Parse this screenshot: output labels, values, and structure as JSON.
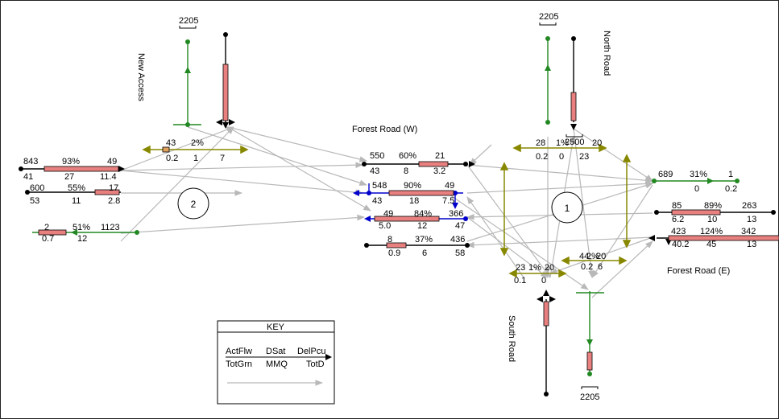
{
  "roads": {
    "forest_w": "Forest Road (W)",
    "forest_e": "Forest Road (E)",
    "new_access": "New Access",
    "north_road": "North Road",
    "south_road": "South Road"
  },
  "junctions": {
    "j1": "1",
    "j2": "2"
  },
  "key": {
    "title": "KEY",
    "row1": [
      "ActFlw",
      "DSat",
      "DelPcu"
    ],
    "row2": [
      "TotGrn",
      "MMQ",
      "TotD"
    ]
  },
  "stubs": {
    "top_left": "2205",
    "top_right": "2205",
    "bottom": "2205",
    "n_center": "2500"
  },
  "links": [
    {
      "id": "w1",
      "flow": "843",
      "dsat": "93%",
      "delay": "49",
      "grn": "41",
      "mmq": "27",
      "totd": "11.4"
    },
    {
      "id": "w2",
      "flow": "600",
      "dsat": "55%",
      "delay": "17",
      "grn": "53",
      "mmq": "11",
      "totd": "2.8"
    },
    {
      "id": "w3",
      "flow": "1123",
      "dsat": "51%",
      "delay": "2",
      "grn": "",
      "mmq": "12",
      "totd": "0.7"
    },
    {
      "id": "m1",
      "flow": "550",
      "dsat": "60%",
      "delay": "21",
      "grn": "43",
      "mmq": "8",
      "totd": "3.2"
    },
    {
      "id": "m2",
      "flow": "548",
      "dsat": "90%",
      "delay": "49",
      "grn": "43",
      "mmq": "18",
      "totd": "7.5"
    },
    {
      "id": "m3",
      "flow": "366",
      "dsat": "84%",
      "delay": "49",
      "grn": "47",
      "mmq": "12",
      "totd": "5.0"
    },
    {
      "id": "m4",
      "flow": "436",
      "dsat": "37%",
      "delay": "8",
      "grn": "58",
      "mmq": "6",
      "totd": "0.9"
    },
    {
      "id": "e1",
      "flow": "689",
      "dsat": "31%",
      "delay": "1",
      "grn": "",
      "mmq": "0",
      "totd": "0.2"
    },
    {
      "id": "e2",
      "flow": "263",
      "dsat": "89%",
      "delay": "85",
      "grn": "13",
      "mmq": "10",
      "totd": "6.2"
    },
    {
      "id": "e3",
      "flow": "342",
      "dsat": "124%",
      "delay": "423",
      "grn": "13",
      "mmq": "45",
      "totd": "40.2"
    },
    {
      "id": "p1",
      "flow": "43",
      "dsat": "2%",
      "delay": "",
      "grn": "0.2",
      "mmq": "1",
      "totd": "7"
    },
    {
      "id": "p2",
      "flow": "28",
      "dsat": "1%",
      "delay": "20",
      "grn": "0.2",
      "mmq": "0",
      "totd": "23"
    },
    {
      "id": "p3",
      "flow": "23",
      "dsat": "1%",
      "delay": "20",
      "grn": "0.1",
      "mmq": "",
      "totd": "0"
    },
    {
      "id": "p4",
      "flow": "44",
      "dsat": "2%",
      "delay": "20",
      "grn": "0.2",
      "mmq": "",
      "totd": "6"
    }
  ]
}
